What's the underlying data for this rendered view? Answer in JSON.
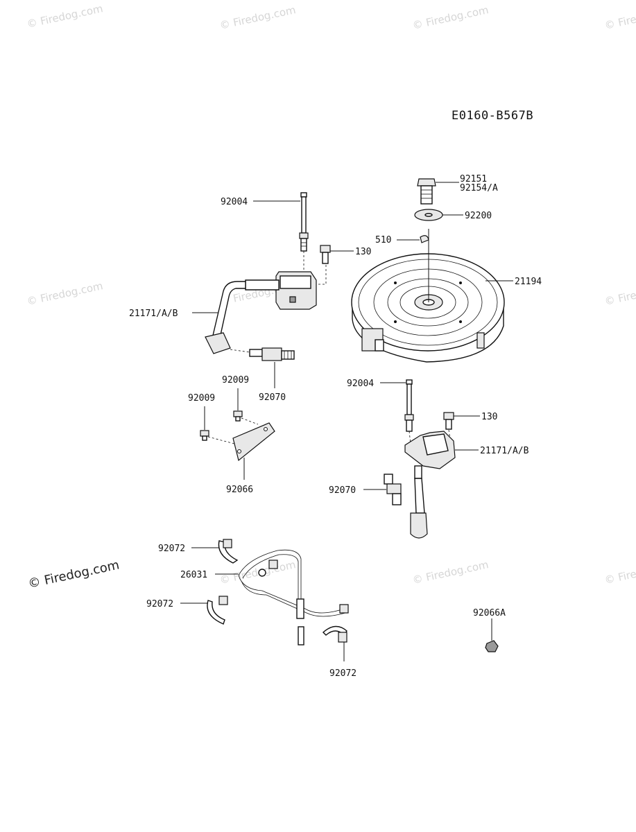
{
  "diagram": {
    "code": "E0160-B567B",
    "watermark": "© Firedog.com",
    "parts": {
      "p92151": "92151",
      "p92154": "92154/A",
      "p92200": "92200",
      "p510": "510",
      "p21194": "21194",
      "p92004_top": "92004",
      "p130_top": "130",
      "p21171_left": "21171/A/B",
      "p92009_a": "92009",
      "p92009_b": "92009",
      "p92070_left": "92070",
      "p92066": "92066",
      "p92004_right": "92004",
      "p130_right": "130",
      "p21171_right": "21171/A/B",
      "p92070_right": "92070",
      "p92072_a": "92072",
      "p26031": "26031",
      "p92072_b": "92072",
      "p92072_c": "92072",
      "p92066A": "92066A"
    }
  }
}
